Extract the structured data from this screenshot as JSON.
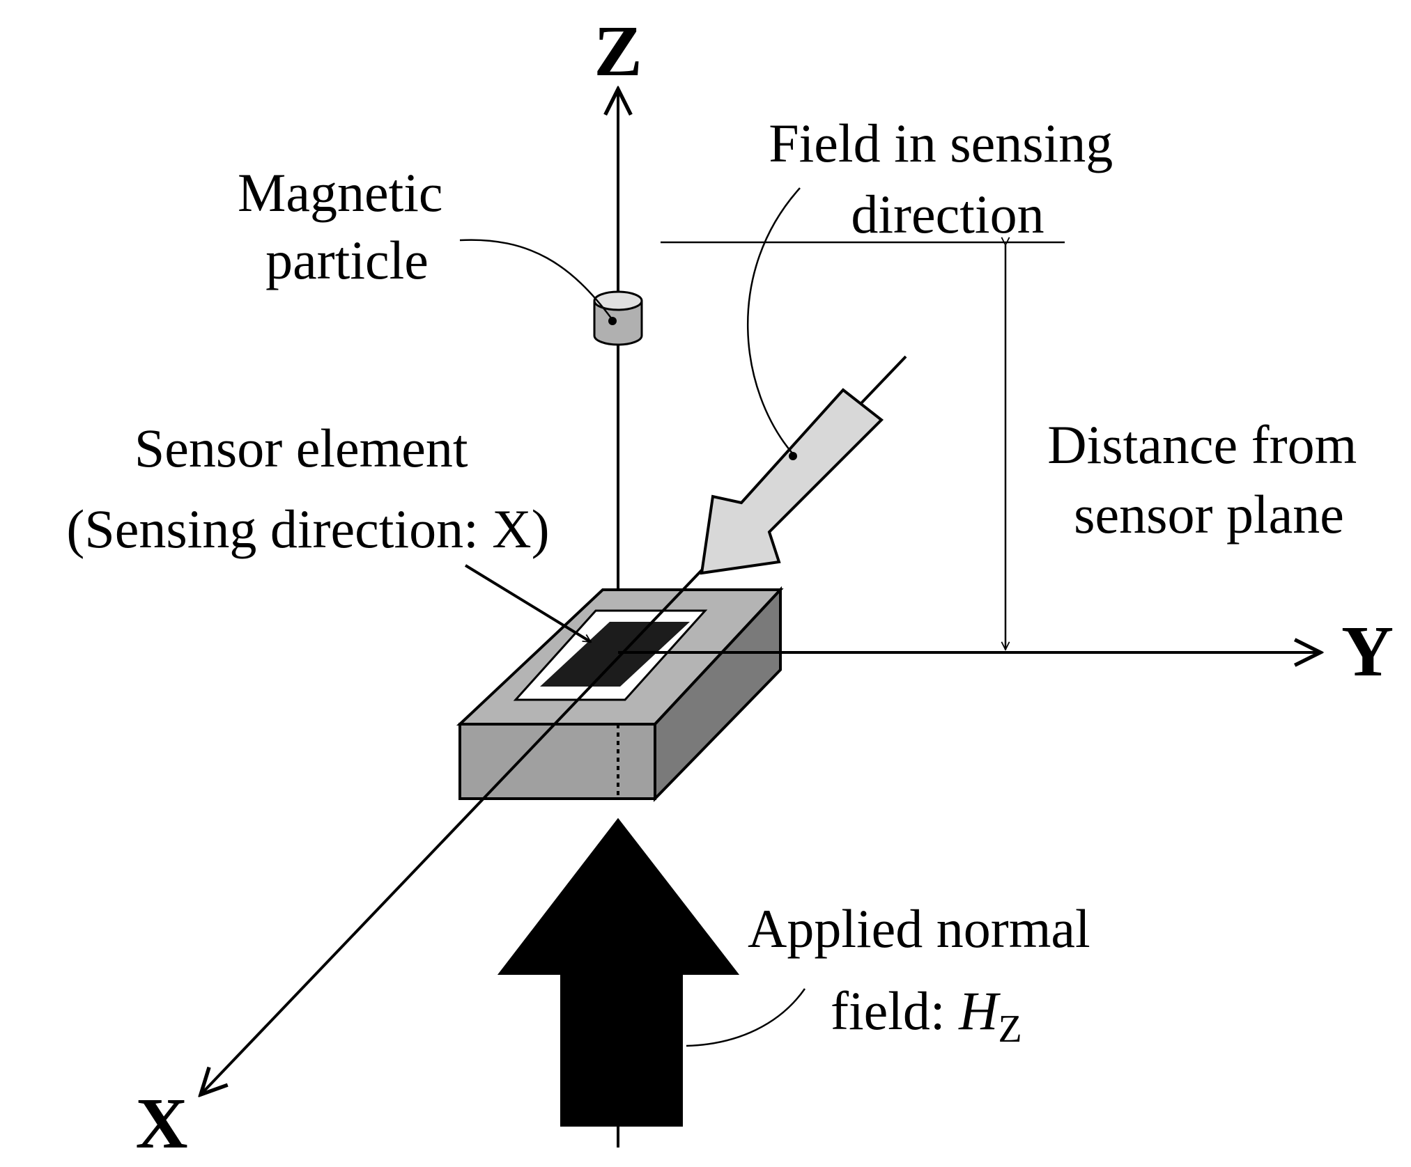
{
  "axes": {
    "z": "Z",
    "y": "Y",
    "x": "X"
  },
  "labels": {
    "magnetic_particle": [
      "Magnetic",
      "particle"
    ],
    "field_sensing": [
      "Field in sensing",
      "direction"
    ],
    "sensor_element": [
      "Sensor element",
      "(Sensing direction: X)"
    ],
    "distance": [
      "Distance from",
      "sensor plane"
    ],
    "applied_field": [
      "Applied normal",
      "field: "
    ],
    "applied_field_symbol": "H",
    "applied_field_subscript": "Z"
  },
  "colors": {
    "sensor_top": "#b4b4b4",
    "sensor_front": "#a0a0a0",
    "sensor_side": "#7a7a7a",
    "sensor_element": "#1c1c1c",
    "field_arrow": "#d8d8d8",
    "applied_arrow": "#000000",
    "particle": "#b0b0b0"
  }
}
